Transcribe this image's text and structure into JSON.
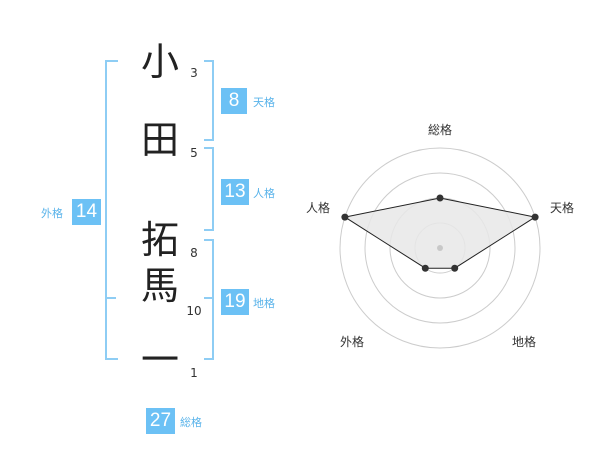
{
  "name_chars": [
    "小",
    "田",
    "拓",
    "馬",
    "一"
  ],
  "strokes": [
    "3",
    "5",
    "8",
    "10",
    "1"
  ],
  "fortune": {
    "tenkaku": {
      "value": "8",
      "label": "天格"
    },
    "jinkaku": {
      "value": "13",
      "label": "人格"
    },
    "chikaku": {
      "value": "19",
      "label": "地格"
    },
    "gaikaku": {
      "value": "14",
      "label": "外格"
    },
    "soukaku": {
      "value": "27",
      "label": "総格"
    }
  },
  "radar": {
    "labels": {
      "top": "総格",
      "upper_right": "天格",
      "lower_right": "地格",
      "lower_left": "外格",
      "upper_left": "人格"
    },
    "levels": 4,
    "scores": {
      "総格": 2,
      "天格": 4,
      "地格": 1,
      "外格": 1,
      "人格": 4
    },
    "line_color": "#222222",
    "fill_color": "#e8e8e8",
    "grid_color": "#cccccc"
  },
  "colors": {
    "accent": "#6cc1f5",
    "accent_text": "#59b3ea"
  }
}
